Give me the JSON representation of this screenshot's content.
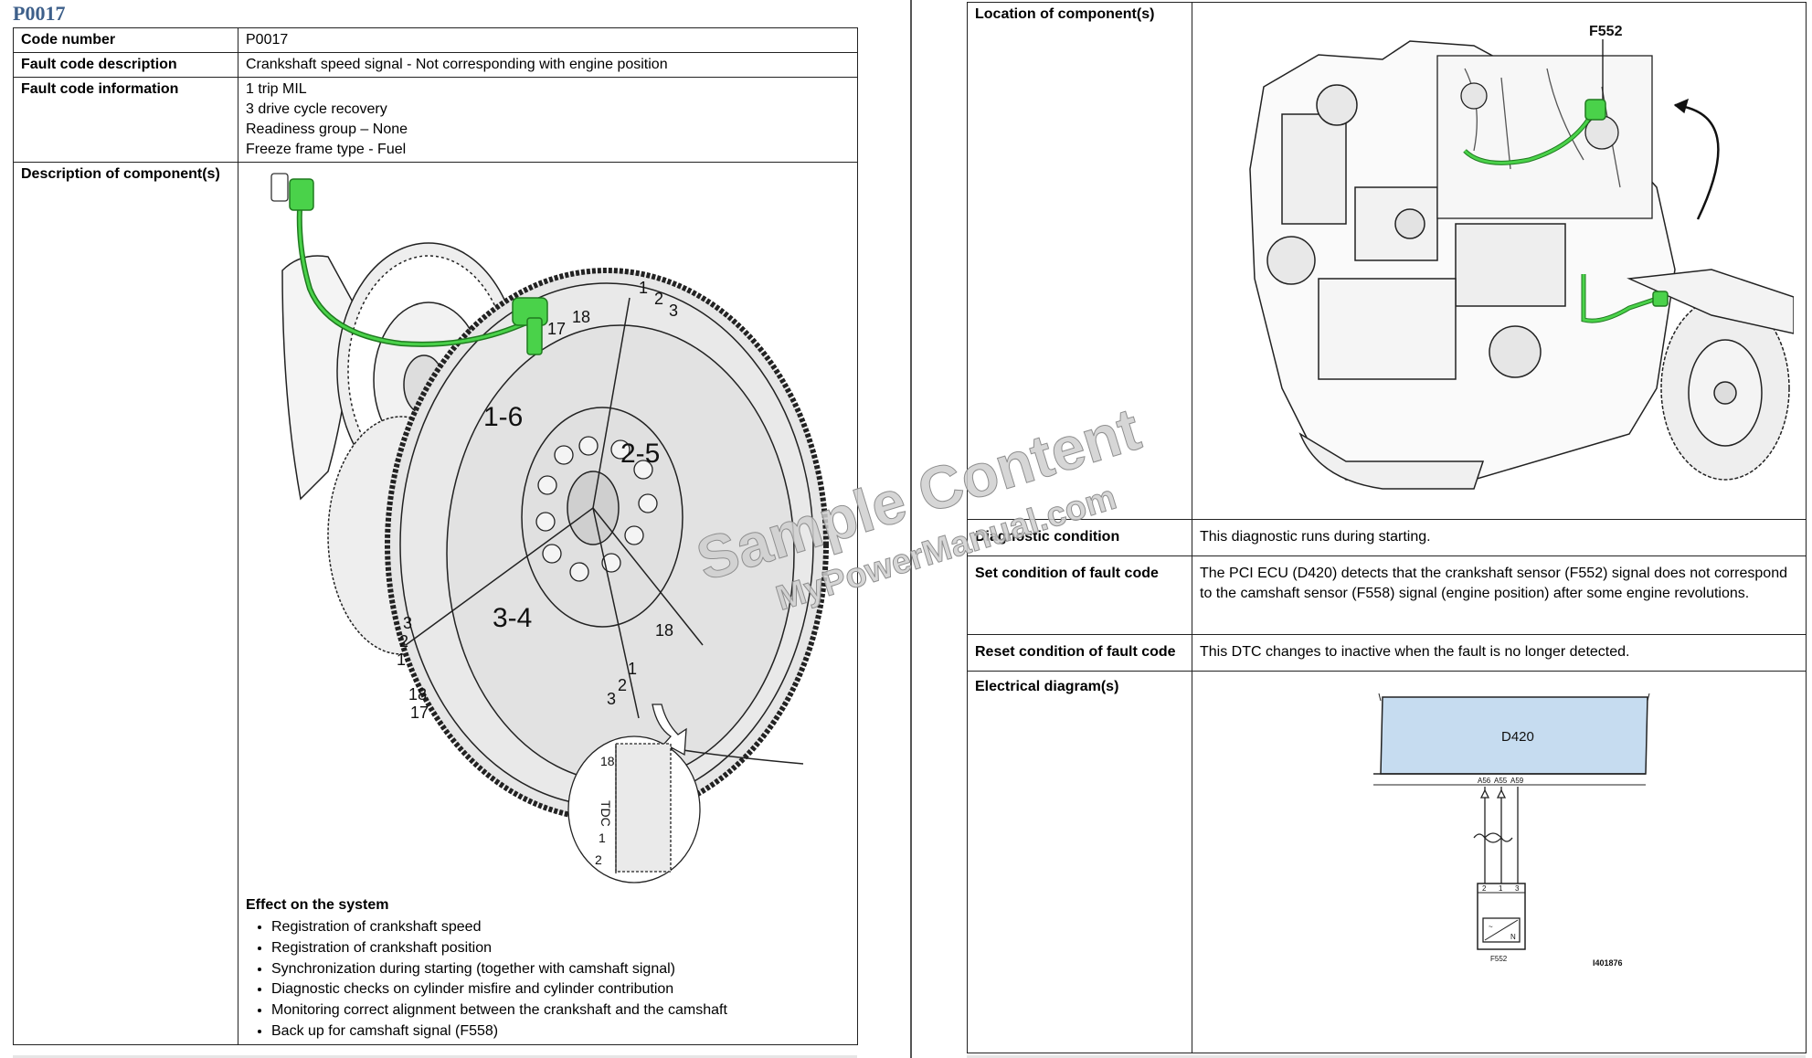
{
  "page_title": "P0017",
  "left_table": {
    "code_number": {
      "label": "Code number",
      "value": "P0017"
    },
    "fault_code_description": {
      "label": "Fault code description",
      "value": "Crankshaft speed signal - Not corresponding with engine position"
    },
    "fault_code_information": {
      "label": "Fault code information",
      "lines": [
        "1 trip MIL",
        "3 drive cycle recovery",
        "Readiness group – None",
        "Freeze frame type - Fuel"
      ]
    },
    "description_of_components": {
      "label": "Description of component(s)"
    },
    "flywheel_figure": {
      "labels": {
        "q16": "1-6",
        "q25": "2-5",
        "q34": "3-4",
        "tdc": "TDC"
      },
      "tooth_numbers": [
        "1",
        "2",
        "3",
        "17",
        "18"
      ]
    },
    "effect_on_system": {
      "title": "Effect on the system",
      "items": [
        "Registration of crankshaft speed",
        "Registration of crankshaft position",
        "Synchronization during starting (together with camshaft signal)",
        "Diagnostic checks on cylinder misfire and cylinder contribution",
        "Monitoring correct alignment between the crankshaft and the camshaft",
        "Back up for camshaft signal (F558)"
      ]
    }
  },
  "right_table": {
    "location_of_components": {
      "label": "Location of component(s)",
      "callout": "F552"
    },
    "diagnostic_condition": {
      "label": "Diagnostic condition",
      "value": "This diagnostic runs during starting."
    },
    "set_condition": {
      "label": "Set condition of fault code",
      "value": "The PCI ECU (D420) detects that the crankshaft sensor (F552) signal does not correspond to the camshaft sensor (F558) signal (engine position) after some engine revolutions."
    },
    "reset_condition": {
      "label": "Reset condition of fault code",
      "value": "This DTC changes to inactive when the fault is no longer detected."
    },
    "electrical_diagrams": {
      "label": "Electrical diagram(s)"
    },
    "electrical_figure": {
      "ecu": "D420",
      "pins": [
        "A56",
        "A55",
        "A59"
      ],
      "sensor_pins": [
        "2",
        "1",
        "3"
      ],
      "sensor_n": "N",
      "sensor": "F552",
      "figure_id": "I401876"
    }
  },
  "watermark": {
    "line1": "Sample Content",
    "line2": "MyPowerManual.com"
  },
  "colors": {
    "title_blue": "#3d5f8a",
    "sensor_green": "#4ad24a",
    "ecu_fill": "#c6dcf0"
  }
}
